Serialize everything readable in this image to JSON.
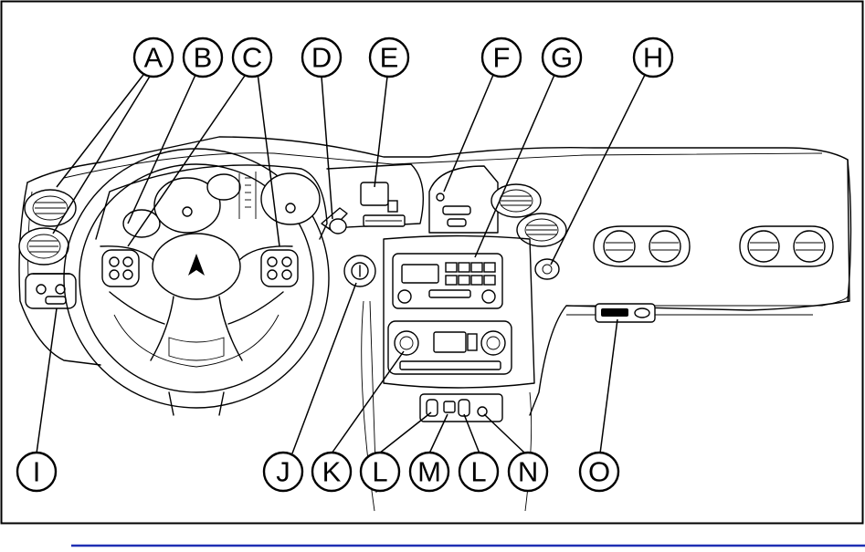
{
  "callouts": [
    {
      "id": "A",
      "letter": "A"
    },
    {
      "id": "B",
      "letter": "B"
    },
    {
      "id": "C",
      "letter": "C"
    },
    {
      "id": "D",
      "letter": "D"
    },
    {
      "id": "E",
      "letter": "E"
    },
    {
      "id": "F",
      "letter": "F"
    },
    {
      "id": "G",
      "letter": "G"
    },
    {
      "id": "H",
      "letter": "H"
    },
    {
      "id": "I",
      "letter": "I"
    },
    {
      "id": "J",
      "letter": "J"
    },
    {
      "id": "K",
      "letter": "K"
    },
    {
      "id": "L1",
      "letter": "L"
    },
    {
      "id": "M",
      "letter": "M"
    },
    {
      "id": "L2",
      "letter": "L"
    },
    {
      "id": "N",
      "letter": "N"
    },
    {
      "id": "O",
      "letter": "O"
    }
  ],
  "colors": {
    "frame": "#000000",
    "footer_rule": "#1f2fb3"
  }
}
